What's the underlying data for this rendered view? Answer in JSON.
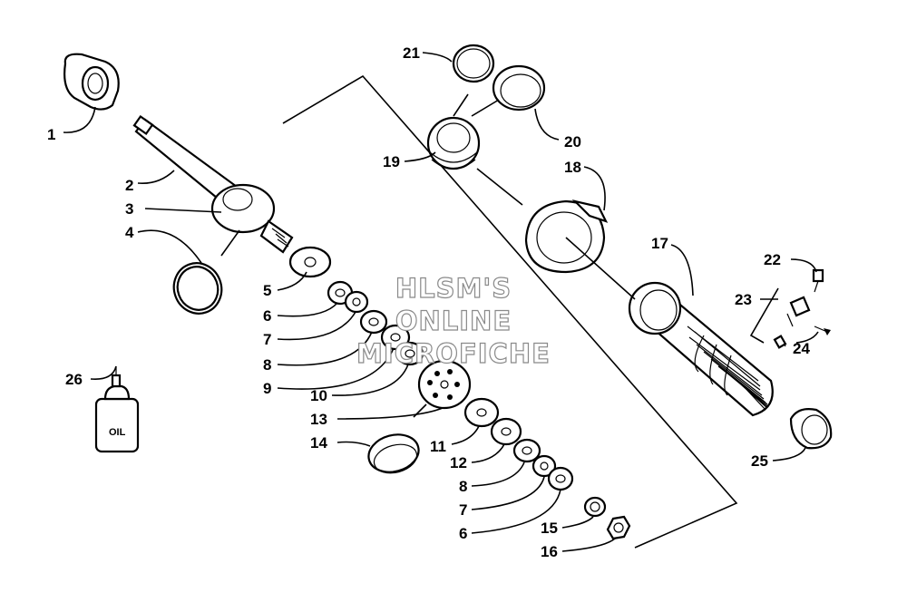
{
  "watermark": {
    "line1": "HLSM'S",
    "line2": "ONLINE",
    "line3": "MICROFICHE"
  },
  "bottle_label": "OIL",
  "callouts": {
    "c1": "1",
    "c2": "2",
    "c3": "3",
    "c4": "4",
    "c5": "5",
    "c6a": "6",
    "c7a": "7",
    "c8a": "8",
    "c9": "9",
    "c10": "10",
    "c11": "11",
    "c12": "12",
    "c13": "13",
    "c14": "14",
    "c8b": "8",
    "c7b": "7",
    "c6b": "6",
    "c15": "15",
    "c16": "16",
    "c17": "17",
    "c18": "18",
    "c19": "19",
    "c20": "20",
    "c21": "21",
    "c22": "22",
    "c23": "23",
    "c24": "24",
    "c25": "25",
    "c26": "26"
  },
  "colors": {
    "ink": "#000000",
    "watermark_outline": "#8a8a8a",
    "background": "#ffffff"
  }
}
